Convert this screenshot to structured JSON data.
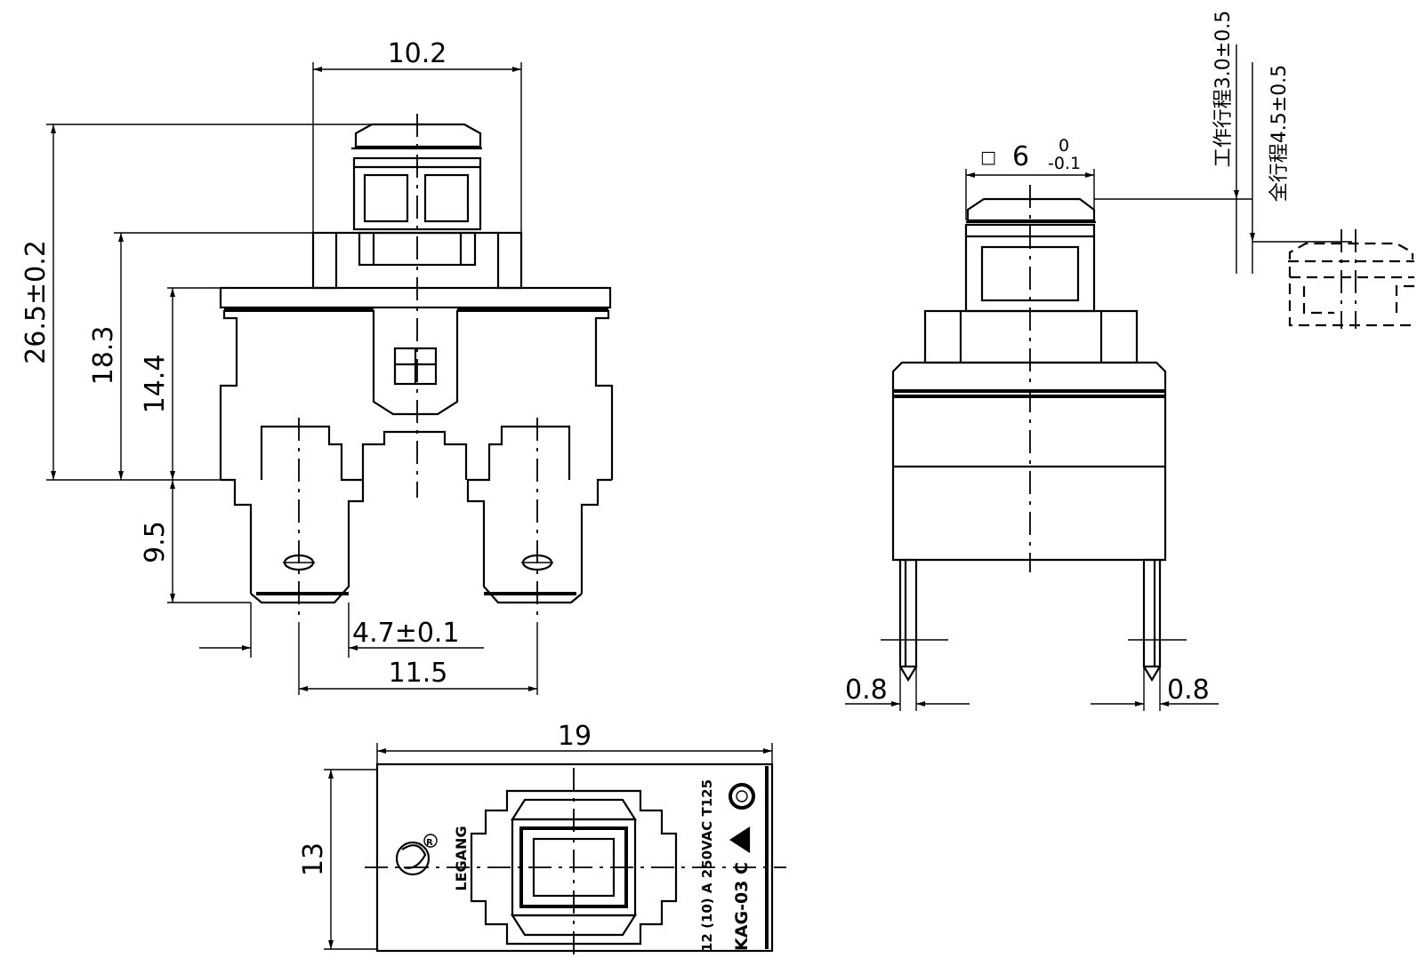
{
  "front_view": {
    "dim_width_top": "10.2",
    "dim_total_height": "26.5±0.2",
    "dim_height_18": "18.3",
    "dim_height_14": "14.4",
    "dim_terminal_length": "9.5",
    "dim_terminal_width": "4.7±0.1",
    "dim_terminal_pitch": "11.5"
  },
  "side_view": {
    "dim_square_symbol": "□",
    "dim_button_size": "6",
    "dim_button_upper_tol": "0",
    "dim_button_lower_tol": "-0.1",
    "dim_working_travel": "工作行程3.0±0.5",
    "dim_full_travel": "全行程4.5±0.5",
    "dim_pin_left": "0.8",
    "dim_pin_right": "0.8"
  },
  "top_view": {
    "dim_width": "19",
    "dim_height": "13",
    "brand": "LEGANG",
    "rating": "12 (10) A  250VAC  T125",
    "model": "KAG-03 C",
    "registered_mark": "R"
  }
}
